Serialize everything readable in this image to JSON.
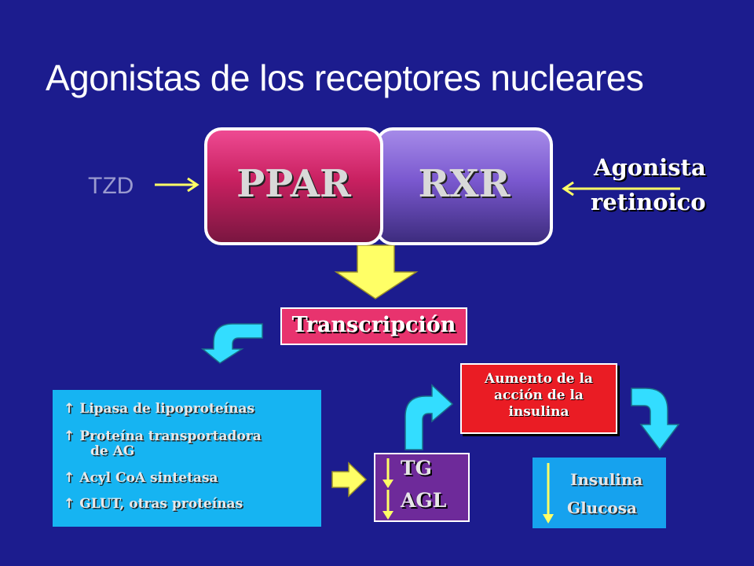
{
  "slide": {
    "title": "Agonistas de los receptores nucleares",
    "receptor_left": "PPAR",
    "receptor_right": "RXR",
    "ligand_left": "TZD",
    "ligand_right_line1": "Agonista",
    "ligand_right_line2": "retinoico",
    "process": "Transcripción",
    "genes": [
      {
        "symbol": "↑",
        "text": "Lipasa de lipoproteínas"
      },
      {
        "symbol": "↑",
        "text": "Proteína transportadora",
        "text2": "de AG"
      },
      {
        "symbol": "↑",
        "text": "Acyl CoA sintetasa"
      },
      {
        "symbol": "↑",
        "text": "GLUT, otras proteínas"
      }
    ],
    "lipids": [
      "TG",
      "AGL"
    ],
    "effect_lines": [
      "Aumento de la",
      "acción de la",
      "insulina"
    ],
    "outcomes": [
      "Insulina",
      "Glucosa"
    ]
  },
  "colors": {
    "background": "#1c1c8e",
    "ppar": "#c82060",
    "rxr": "#7a58cf",
    "arrow_yellow": "#ffff66",
    "arrow_cyan": "#33ddff",
    "transcription": "#e8336e",
    "effect": "#ea1c24",
    "gene_box": "#16b4f2",
    "lipid_box": "#6e2a9a"
  }
}
